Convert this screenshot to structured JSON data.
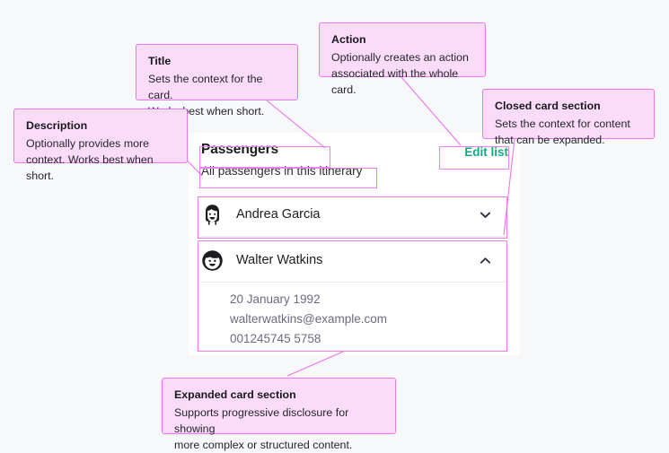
{
  "diagram": {
    "title": "Card anatomy annotation",
    "accent_pink": "#ec74ee",
    "callout_fill": "#fadcfa",
    "action_teal": "#12a98a",
    "canvas_bg": "#f7f8fa",
    "card_bg": "#ffffff"
  },
  "callouts": [
    {
      "key": "title",
      "title": "Title",
      "body": "Sets the context for the card. Works best when short.",
      "lines": [
        "Sets the context for the card.",
        "Works best when short."
      ]
    },
    {
      "key": "action",
      "title": "Action",
      "body": "Optionally creates an action associated with the whole card.",
      "lines": [
        "Optionally creates an action",
        "associated with the whole card."
      ]
    },
    {
      "key": "closed_card_section",
      "title": "Closed card section",
      "body": "Sets the context for content that can be expanded.",
      "lines": [
        "Sets the context for content",
        "that can be expanded."
      ]
    },
    {
      "key": "description",
      "title": "Description",
      "body": "Optionally provides more context. Works best when short.",
      "lines": [
        "Optionally provides more",
        "context. Works best when short."
      ]
    },
    {
      "key": "expanded_card_section",
      "title": "Expanded card section",
      "body": "Supports progressive disclosure for showing more complex or structured content.",
      "lines": [
        "Supports progressive disclosure for showing",
        "more complex or structured content."
      ]
    }
  ],
  "card": {
    "title": "Passengers",
    "description": "All passengers in this itinerary",
    "action_label": "Edit list",
    "sections": [
      {
        "name": "Andrea Garcia",
        "avatar_icon": "woman-face-icon",
        "expanded": false,
        "chevron_icon": "chevron-down-icon",
        "details": []
      },
      {
        "name": "Walter Watkins",
        "avatar_icon": "boy-face-icon",
        "expanded": true,
        "chevron_icon": "chevron-up-icon",
        "details": [
          "20 January 1992",
          "walterwatkins@example.com",
          "001245745 5758"
        ]
      }
    ]
  }
}
